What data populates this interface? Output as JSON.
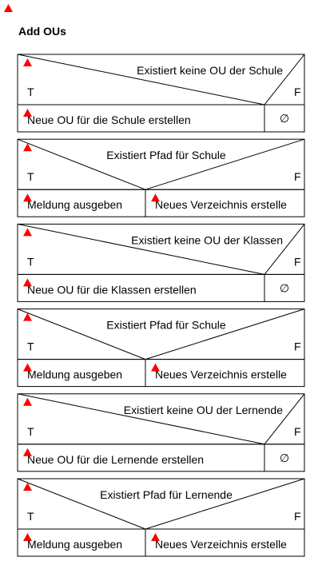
{
  "diagram": {
    "title": "Add OUs",
    "true_label": "T",
    "false_label": "F",
    "empty_symbol": "∅",
    "marker_color": "#ff0000",
    "line_color": "#000000",
    "blocks": [
      {
        "type": "alt-empty",
        "condition": "Existiert keine OU der Schule",
        "left": "Neue OU für die Schule erstellen"
      },
      {
        "type": "alt-both",
        "condition": "Existiert Pfad für Schule",
        "left": "Meldung ausgeben",
        "right": "Neues Verzeichnis erstelle"
      },
      {
        "type": "alt-empty",
        "condition": "Existiert keine OU der Klassen",
        "left": "Neue OU für die Klassen erstellen"
      },
      {
        "type": "alt-both",
        "condition": "Existiert Pfad für Schule",
        "left": "Meldung ausgeben",
        "right": "Neues Verzeichnis erstelle"
      },
      {
        "type": "alt-empty",
        "condition": "Existiert keine OU der Lernende",
        "left": "Neue OU für die Lernende erstellen"
      },
      {
        "type": "alt-both",
        "condition": "Existiert Pfad für Lernende",
        "left": "Meldung ausgeben",
        "right": "Neues Verzeichnis erstelle"
      }
    ]
  }
}
